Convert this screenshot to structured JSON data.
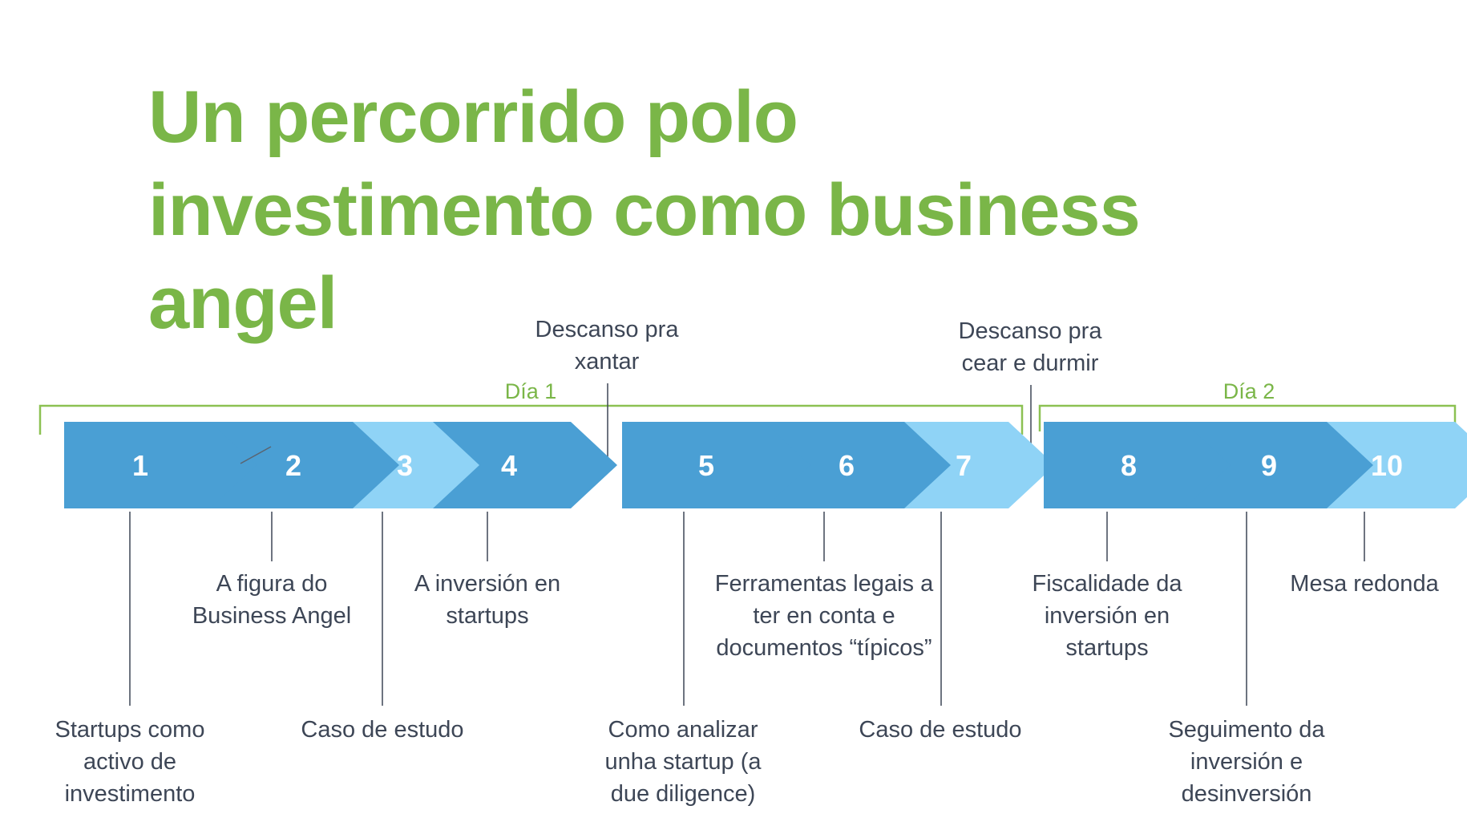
{
  "title_lines": [
    "Un percorrido polo",
    "investimento como business",
    "angel"
  ],
  "colors": {
    "title": "#7ab648",
    "dark_step": "#4a9fd4",
    "light_step": "#8fd3f6",
    "bracket": "#8cc152",
    "day_label": "#7ab648",
    "text": "#3d4656",
    "leader": "#3d4656",
    "step_number": "#ffffff"
  },
  "days": [
    {
      "label": "Día 1"
    },
    {
      "label": "Día 2"
    }
  ],
  "breaks": [
    {
      "lines": [
        "Descanso pra",
        "xantar"
      ]
    },
    {
      "lines": [
        "Descanso pra",
        "cear e durmir"
      ]
    }
  ],
  "steps": [
    {
      "number": "1",
      "shade": "dark",
      "label_position": "bottom",
      "lines": [
        "Startups como",
        "activo de",
        "investimento"
      ]
    },
    {
      "number": "2",
      "shade": "dark",
      "label_position": "top",
      "lines": [
        "A figura do",
        "Business Angel"
      ]
    },
    {
      "number": "3",
      "shade": "light",
      "label_position": "bottom",
      "lines": [
        "Caso de estudo"
      ]
    },
    {
      "number": "4",
      "shade": "dark",
      "label_position": "top",
      "lines": [
        "A inversión en",
        "startups"
      ]
    },
    {
      "number": "5",
      "shade": "dark",
      "label_position": "bottom",
      "lines": [
        "Como analizar",
        "unha startup (a",
        "due diligence)"
      ]
    },
    {
      "number": "6",
      "shade": "dark",
      "label_position": "top",
      "lines": [
        "Ferramentas legais a",
        "ter en conta e",
        "documentos “típicos”"
      ]
    },
    {
      "number": "7",
      "shade": "light",
      "label_position": "bottom",
      "lines": [
        "Caso de estudo"
      ]
    },
    {
      "number": "8",
      "shade": "dark",
      "label_position": "top",
      "lines": [
        "Fiscalidade da",
        "inversión en",
        "startups"
      ]
    },
    {
      "number": "9",
      "shade": "dark",
      "label_position": "bottom",
      "lines": [
        "Seguimento da",
        "inversión e",
        "desinversión"
      ]
    },
    {
      "number": "10",
      "shade": "light",
      "label_position": "top",
      "lines": [
        "Mesa redonda"
      ]
    }
  ]
}
